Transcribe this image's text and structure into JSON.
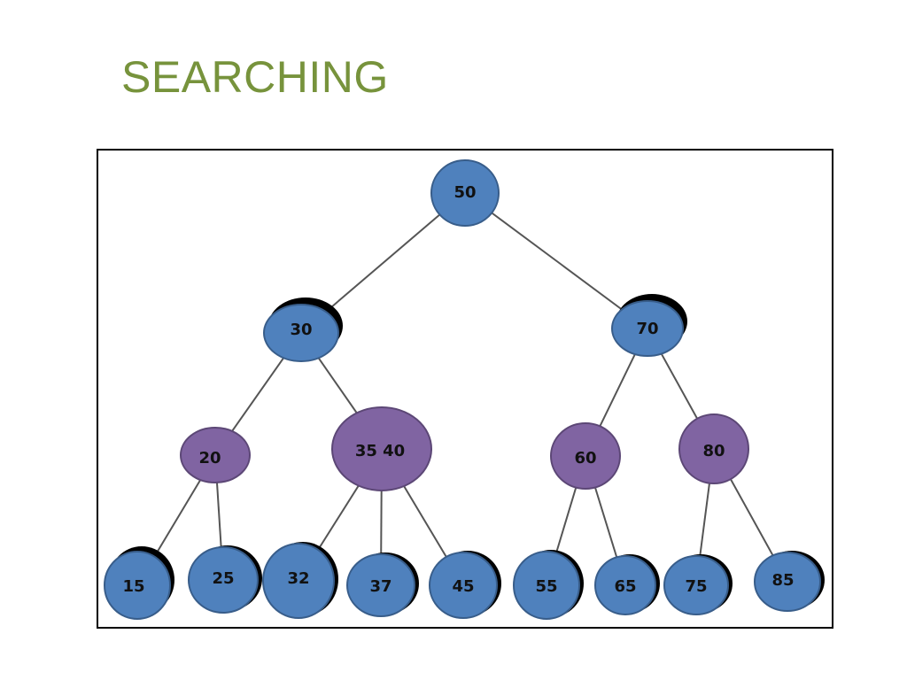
{
  "slide": {
    "title": "SEARCHING"
  },
  "colors": {
    "title": "#77933c",
    "blue_node_fill": "#4f81bd",
    "blue_node_stroke": "#385d8a",
    "purple_node_fill": "#8064a2",
    "purple_node_stroke": "#5c4776",
    "edge": "#555555",
    "frame": "#000000",
    "node_shadow": "#000000"
  },
  "tree": {
    "levels": [
      [
        {
          "id": "n50",
          "label": "50",
          "color": "blue"
        }
      ],
      [
        {
          "id": "n30",
          "label": "30",
          "color": "blue"
        },
        {
          "id": "n70",
          "label": "70",
          "color": "blue"
        }
      ],
      [
        {
          "id": "n20",
          "label": "20",
          "color": "purple"
        },
        {
          "id": "n3540",
          "label": "35   40",
          "color": "purple"
        },
        {
          "id": "n60",
          "label": "60",
          "color": "purple"
        },
        {
          "id": "n80",
          "label": "80",
          "color": "purple"
        }
      ],
      [
        {
          "id": "n15",
          "label": "15",
          "color": "blue"
        },
        {
          "id": "n25",
          "label": "25",
          "color": "blue"
        },
        {
          "id": "n32",
          "label": "32",
          "color": "blue"
        },
        {
          "id": "n37",
          "label": "37",
          "color": "blue"
        },
        {
          "id": "n45",
          "label": "45",
          "color": "blue"
        },
        {
          "id": "n55",
          "label": "55",
          "color": "blue"
        },
        {
          "id": "n65",
          "label": "65",
          "color": "blue"
        },
        {
          "id": "n75",
          "label": "75",
          "color": "blue"
        },
        {
          "id": "n85",
          "label": "85",
          "color": "blue"
        }
      ]
    ],
    "edges": [
      [
        "n50",
        "n30"
      ],
      [
        "n50",
        "n70"
      ],
      [
        "n30",
        "n20"
      ],
      [
        "n30",
        "n3540"
      ],
      [
        "n70",
        "n60"
      ],
      [
        "n70",
        "n80"
      ],
      [
        "n20",
        "n15"
      ],
      [
        "n20",
        "n25"
      ],
      [
        "n3540",
        "n32"
      ],
      [
        "n3540",
        "n37"
      ],
      [
        "n3540",
        "n45"
      ],
      [
        "n60",
        "n55"
      ],
      [
        "n60",
        "n65"
      ],
      [
        "n80",
        "n75"
      ],
      [
        "n80",
        "n85"
      ]
    ]
  }
}
